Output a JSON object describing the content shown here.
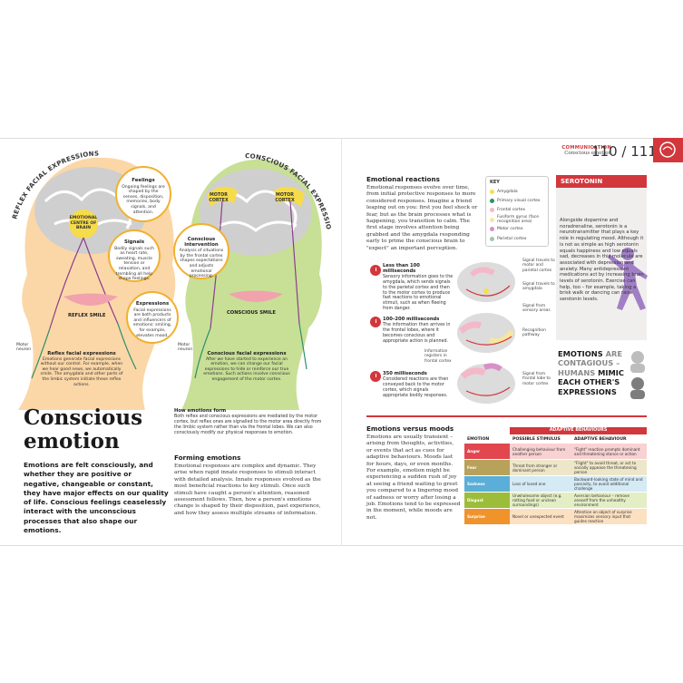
{
  "colors": {
    "accent": "#d2373c",
    "reflex_bg": "#fbd7a7",
    "conscious_bg": "#c8df96",
    "brain_lobe": "#cfcfcf",
    "bubble_border": "#f2b02e"
  },
  "left_page": {
    "reflex_arc_label": "REFLEX FACIAL EXPRESSIONS",
    "conscious_arc_label": "CONSCIOUS FACIAL EXPRESSIONS",
    "limbic_label": "EMOTIONAL CENTRE OF BRAIN",
    "motor_cortex_left": "MOTOR CORTEX",
    "motor_cortex_right": "MOTOR CORTEX",
    "reflex_smile_label": "REFLEX SMILE",
    "conscious_smile_label": "CONSCIOUS SMILE",
    "motor_neuron_left": "Motor neuron",
    "motor_neuron_right": "Motor neuron",
    "bubbles": {
      "feelings_title": "Feelings",
      "feelings_text": "Ongoing feelings are shaped by the senses, disposition, memories, body signals, and attention.",
      "signals_title": "Signals",
      "signals_text": "Bodily signals such as heart rate, sweating, muscle tension or relaxation, and trembling all help shape feelings.",
      "expressions_title": "Expressions",
      "expressions_text": "Facial expressions are both products and influencers of emotions: smiling, for example, elevates mood.",
      "intervention_title": "Conscious intervention",
      "intervention_text": "Analysis of situations by the frontal cortex shapes expectations and adjusts emotional processing."
    },
    "reflex_caption_title": "Reflex facial expressions",
    "reflex_caption_text": "Emotions generate facial expressions without our control. For example, when we hear good news, we automatically smile. The amygdala and other parts of the limbic system initiate these reflex actions.",
    "conscious_caption_title": "Conscious facial expressions",
    "conscious_caption_text": "After we have started to experience an emotion, we can change our facial expressions to hide or reinforce our true emotions. Such actions involve conscious engagement of the motor cortex.",
    "title_line1": "Conscious",
    "title_line2": "emotion",
    "intro": "Emotions are felt consciously, and whether they are positive or negative, changeable or constant, they have major effects on our quality of life. Conscious feelings ceaselessly interact with the unconscious processes that also shape our emotions.",
    "how_form_title": "How emotions form",
    "how_form_text": "Both reflex and conscious expressions are mediated by the motor cortex, but reflex ones are signalled to the motor area directly from the limbic system rather than via the frontal lobes. We can also consciously modify our physical responses to emotion.",
    "forming_title": "Forming emotions",
    "forming_text": "Emotional responses are complex and dynamic. They arise when rapid innate responses to stimuli interact with detailed analysis. Innate responses evolved as the most beneficial reactions to key stimuli. Once such stimuli have caught a person's attention, reasoned assessment follows. Then, how a person's emotions change is shaped by their disposition, past experience, and how they assess multiple streams of information."
  },
  "right_page": {
    "section": "COMMUNICATION",
    "subsection": "Conscious emotion",
    "page_numbers": "110 / 111",
    "reactions_title": "Emotional reactions",
    "reactions_text": "Emotional responses evolve over time, from initial protective responses to more considered responses. Imagine a friend leaping out on you: first you feel shock or fear, but as the brain processes what is happening, you transition to calm. The first stage involves attention being grabbed and the amygdala responding early to prime the conscious brain to \"expect\" an important perception.",
    "key": {
      "title": "KEY",
      "items": [
        {
          "label": "Amygdala",
          "color": "#f2e14c"
        },
        {
          "label": "Primary visual cortex",
          "color": "#2f8f6b"
        },
        {
          "label": "Frontal cortex",
          "color": "#f5b8c8"
        },
        {
          "label": "Fusiform gyrus (face recognition area)",
          "color": "#f6e7a0"
        },
        {
          "label": "Motor cortex",
          "color": "#d98fc7"
        },
        {
          "label": "Parietal cortex",
          "color": "#9fc7a6"
        }
      ]
    },
    "steps": [
      {
        "title": "Less than 100 milliseconds",
        "text": "Sensory information goes to the amygdala, which sends signals to the parietal cortex and then to the motor cortex to produce fast reactions to emotional stimuli, such as when fleeing from danger."
      },
      {
        "title": "100–200 milliseconds",
        "text": "The information then arrives in the frontal lobes, where it becomes conscious and appropriate action is planned."
      },
      {
        "title": "350 milliseconds",
        "text": "Considered reactions are then conveyed back to the motor cortex, which signals appropriate bodily responses."
      }
    ],
    "brain_notes": {
      "n1": "Signal travels to motor and parietal cortex",
      "n2": "Signal travels to amygdala",
      "n3": "Signal from sensory areas",
      "n4": "Recognition pathway",
      "n5": "Information registers in frontal cortex",
      "n6": "Signal from frontal lobe to motor cortex"
    },
    "serotonin_title": "SEROTONIN",
    "serotonin_text": "Alongside dopamine and noradrenaline, serotonin is a neurotransmitter that plays a key role in regulating mood. Although it is not as simple as high serotonin equals happiness and low equals sad, decreases in this molecule are associated with depression and anxiety. Many antidepressant medications act by increasing brain levels of serotonin. Exercise can help, too – for example, taking a brisk walk or dancing can raise serotonin levels.",
    "contagious_1": "EMOTIONS",
    "contagious_2": "ARE CONTAGIOUS –",
    "contagious_3": "HUMANS",
    "contagious_4": "MIMIC EACH OTHER'S EXPRESSIONS",
    "moods_title": "Emotions versus moods",
    "moods_text": "Emotions are usually transient – arising from thoughts, activities, or events that act as cues for adaptive behaviours. Moods last for hours, days, or even months. For example, emotion might be experiencing a sudden rush of joy at seeing a friend waiting to greet you compared to a lingering mood of sadness or worry after losing a job. Emotions tend to be expressed in the moment, while moods are not.",
    "table": {
      "title": "ADAPTIVE BEHAVIOURS",
      "headers": [
        "EMOTION",
        "POSSIBLE STIMULUS",
        "ADAPTIVE BEHAVIOUR"
      ],
      "rows": [
        {
          "emotion": "Anger",
          "stimulus": "Challenging behaviour from another person",
          "behaviour": "\"Fight\" reaction prompts dominant and threatening stance or action",
          "color": "#e2464f",
          "bg": "#f8d1d2"
        },
        {
          "emotion": "Fear",
          "stimulus": "Threat from stronger or dominant person",
          "behaviour": "\"Flight\" to avoid threat, or act to socially appease the threatening person",
          "color": "#b8a15a",
          "bg": "#eee6c8"
        },
        {
          "emotion": "Sadness",
          "stimulus": "Loss of loved one",
          "behaviour": "Backward-looking state of mind and passivity, to avoid additional challenge",
          "color": "#5aaed7",
          "bg": "#d4eaf5"
        },
        {
          "emotion": "Disgust",
          "stimulus": "Unwholesome object (e.g. rotting food or unclean surroundings)",
          "behaviour": "Aversion behaviour – remove oneself from the unhealthy environment",
          "color": "#9cbd3a",
          "bg": "#e3eec4"
        },
        {
          "emotion": "Surprise",
          "stimulus": "Novel or unexpected event",
          "behaviour": "Attention on object of surprise maximizes sensory input that guides reaction",
          "color": "#f0932b",
          "bg": "#fbe0c2"
        }
      ]
    }
  }
}
